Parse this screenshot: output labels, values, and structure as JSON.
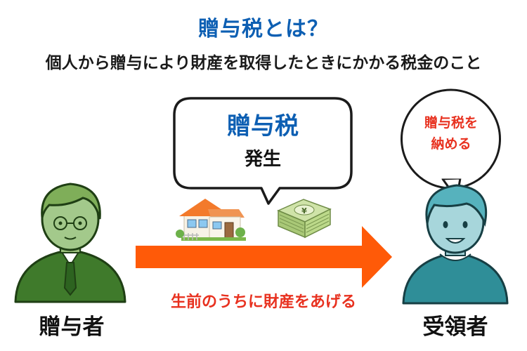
{
  "title": "贈与税とは？",
  "subtitle": "個人から贈与により財産を取得したときにかかる税金のこと",
  "bubble": {
    "main": "贈与税",
    "sub": "発生"
  },
  "receiver_bubble": {
    "line1": "贈与税を",
    "line2": "納める"
  },
  "arrow_caption": "生前のうちに財産をあげる",
  "giver_label": "贈与者",
  "receiver_label": "受領者",
  "money_symbol": "¥",
  "colors": {
    "title_blue": "#0d5fb3",
    "accent_red": "#e8311f",
    "arrow_orange": "#ff5a08",
    "giver_green": "#3f7a2b",
    "receiver_teal": "#2f8e98"
  }
}
